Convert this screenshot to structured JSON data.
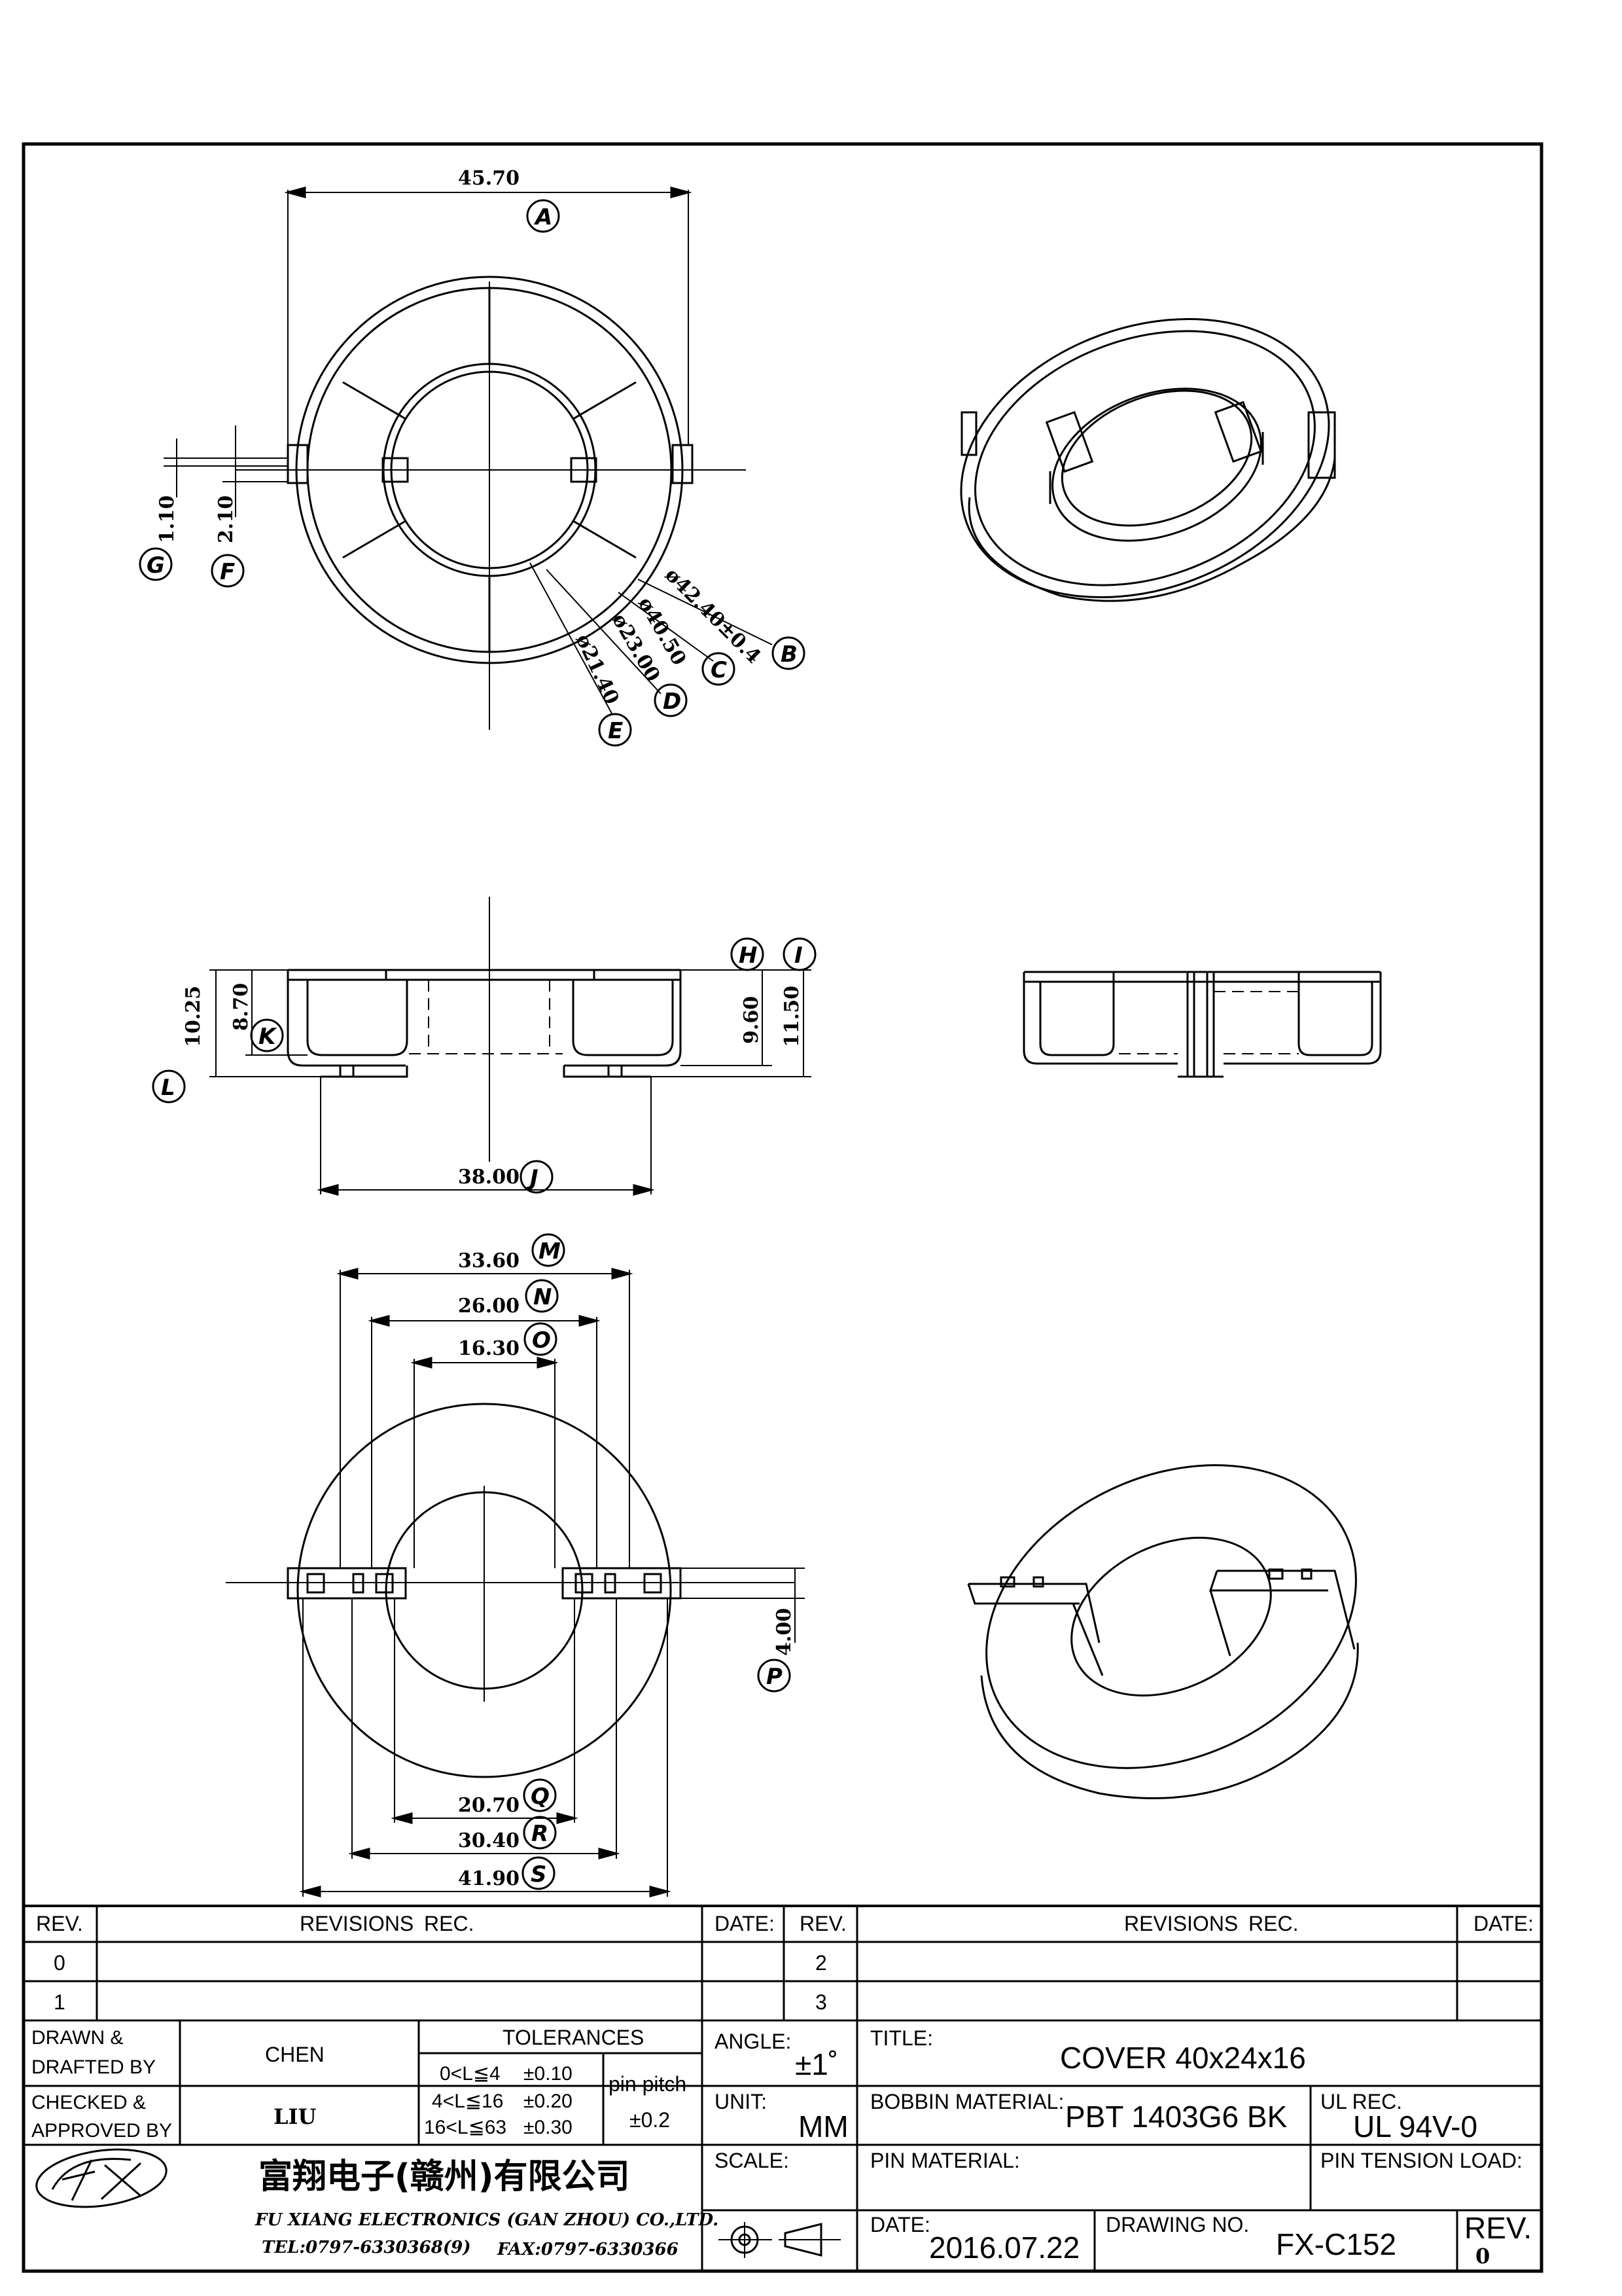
{
  "views": {
    "top": {
      "overall_width": "45.70",
      "callouts": {
        "A": "A",
        "B": "B",
        "C": "C",
        "D": "D",
        "E": "E",
        "F": "F",
        "G": "G"
      },
      "dims": {
        "G": "1.10",
        "F": "2.10",
        "B": "ø42.40±0.4",
        "C": "ø40.50",
        "D": "ø23.00",
        "E": "ø21.40"
      }
    },
    "side": {
      "callouts": {
        "H": "H",
        "I": "I",
        "J": "J",
        "K": "K",
        "L": "L"
      },
      "dims": {
        "L": "10.25",
        "K": "8.70",
        "H": "9.60",
        "I": "11.50",
        "J": "38.00"
      }
    },
    "bottom": {
      "callouts": {
        "M": "M",
        "N": "N",
        "O": "O",
        "P": "P",
        "Q": "Q",
        "R": "R",
        "S": "S"
      },
      "dims": {
        "M": "33.60",
        "N": "26.00",
        "O": "16.30",
        "P": "4.00",
        "Q": "20.70",
        "R": "30.40",
        "S": "41.90"
      }
    }
  },
  "title_block": {
    "rev_header": "REV.",
    "revisions_header": "REVISIONS",
    "rec_header": "REC.",
    "date_header": "DATE:",
    "rev_rows_left": [
      "0",
      "1"
    ],
    "rev_rows_right": [
      "2",
      "3"
    ],
    "drawn_label_1": "DRAWN &",
    "drawn_label_2": "DRAFTED BY",
    "drawn_by": "CHEN",
    "checked_label_1": "CHECKED &",
    "checked_label_2": "APPROVED BY",
    "checked_by": "LIU",
    "tolerances_header": "TOLERANCES",
    "tolerances": [
      {
        "range": "0<L≦4",
        "value": "±0.10"
      },
      {
        "range": "4<L≦16",
        "value": "±0.20"
      },
      {
        "range": "16<L≦63",
        "value": "±0.30"
      }
    ],
    "pin_pitch_label": "pin pitch",
    "pin_pitch_value": "±0.2",
    "angle_label": "ANGLE:",
    "angle_value": "±1˚",
    "unit_label": "UNIT:",
    "unit_value": "MM",
    "scale_label": "SCALE:",
    "title_label": "TITLE:",
    "title_value": "COVER 40x24x16",
    "bobbin_label": "BOBBIN MATERIAL:",
    "bobbin_value": "PBT 1403G6 BK",
    "ul_label": "UL REC.",
    "ul_value": "UL 94V-0",
    "pin_material_label": "PIN MATERIAL:",
    "pin_tension_label": "PIN TENSION LOAD:",
    "date_label": "DATE:",
    "date_value": "2016.07.22",
    "drawing_no_label": "DRAWING NO.",
    "drawing_no_value": "FX-C152",
    "rev_label": "REV.",
    "rev_value": "0",
    "company_cn": "富翔电子(赣州)有限公司",
    "company_en": "FU XIANG ELECTRONICS (GAN ZHOU) CO.,LTD.",
    "tel": "TEL:0797-6330368(9)",
    "fax": "FAX:0797-6330366"
  }
}
